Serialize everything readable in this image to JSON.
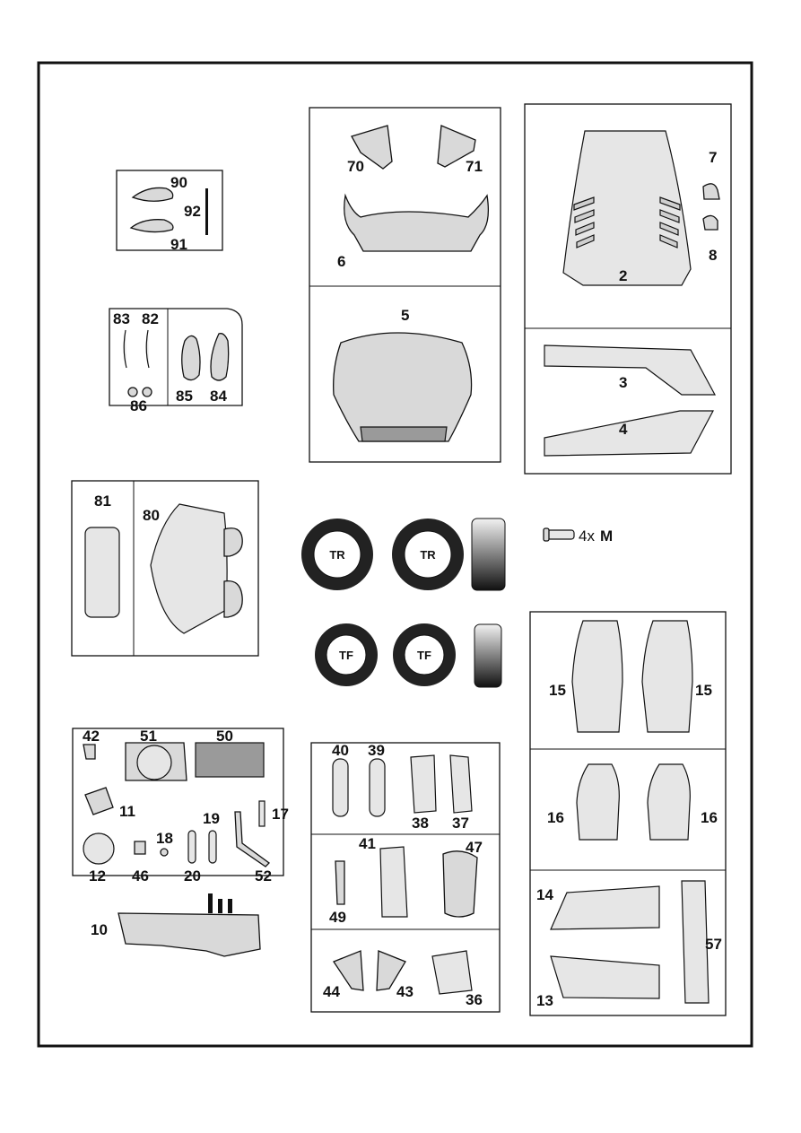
{
  "labels": {
    "p90": "90",
    "p91": "91",
    "p92": "92",
    "p83": "83",
    "p82": "82",
    "p86": "86",
    "p85": "85",
    "p84": "84",
    "p81": "81",
    "p80": "80",
    "p70": "70",
    "p71": "71",
    "p6": "6",
    "p5": "5",
    "p7": "7",
    "p8": "8",
    "p2": "2",
    "p3": "3",
    "p4": "4",
    "tire_rear": "TR",
    "tire_front": "TF",
    "screw_qty": "4x",
    "screw_code": "M",
    "p15a": "15",
    "p15b": "15",
    "p16a": "16",
    "p16b": "16",
    "p14": "14",
    "p13": "13",
    "p57": "57",
    "p42": "42",
    "p51": "51",
    "p50": "50",
    "p11": "11",
    "p17": "17",
    "p18": "18",
    "p19": "19",
    "p12": "12",
    "p46": "46",
    "p20": "20",
    "p52": "52",
    "p10": "10",
    "p40": "40",
    "p39": "39",
    "p38": "38",
    "p37": "37",
    "p41": "41",
    "p47": "47",
    "p49": "49",
    "p44": "44",
    "p43": "43",
    "p36": "36"
  },
  "colors": {
    "outline": "#111111",
    "part_fill": "#d9d9d9",
    "tire": "#222222"
  }
}
